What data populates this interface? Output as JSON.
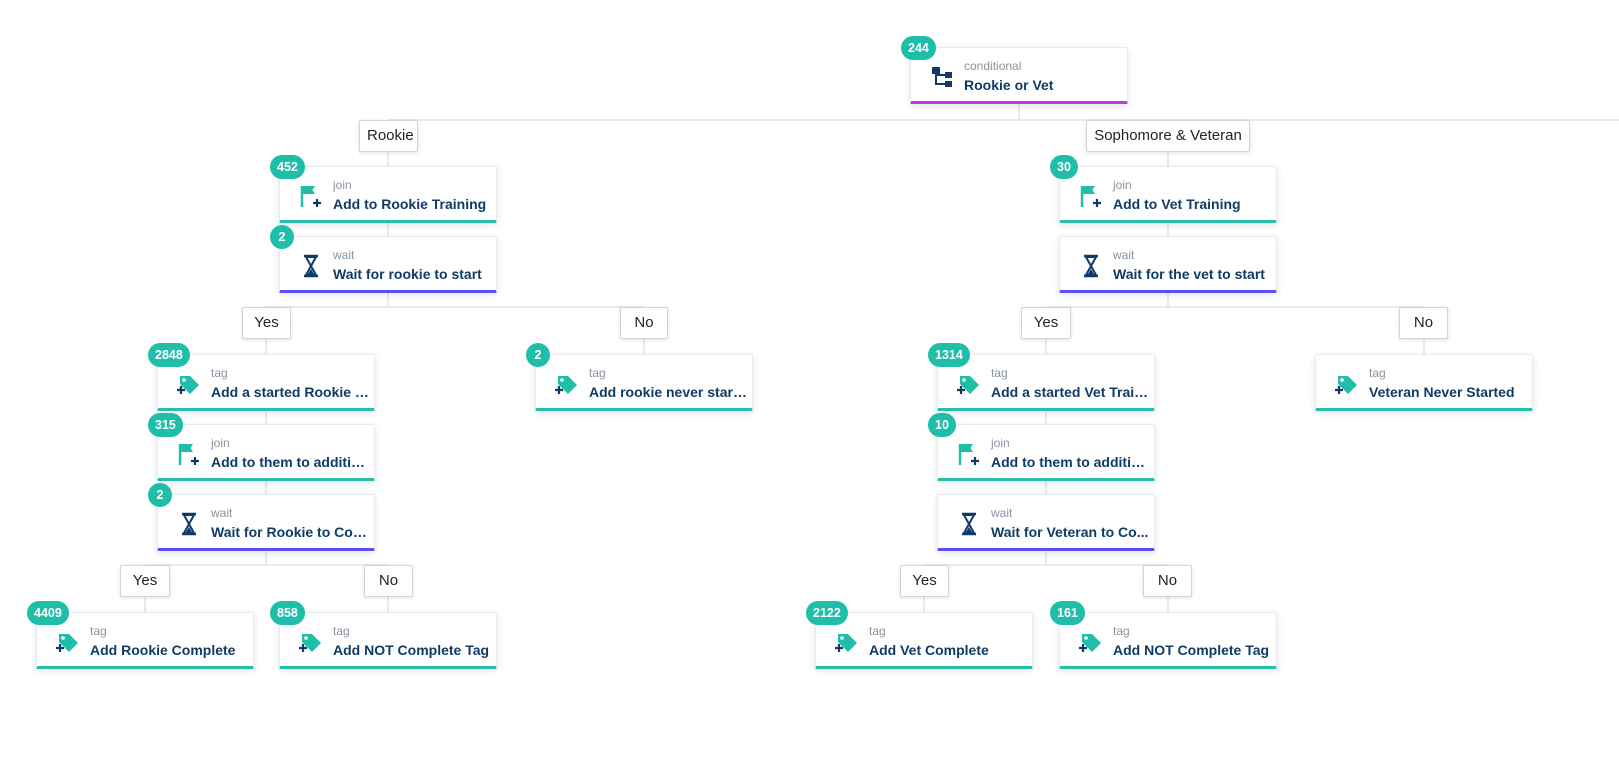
{
  "colors": {
    "teal": "#1fbea8",
    "navy": "#0f3b66",
    "wait_accent": "#5b4ff0",
    "conditional_accent": "#c538dc",
    "tag_accent": "#27bfa9"
  },
  "root": {
    "type": "conditional",
    "title": "Rookie or Vet",
    "count": "244",
    "icon": "flowchart-icon"
  },
  "branches": {
    "rookie": {
      "label": "Rookie"
    },
    "vet": {
      "label": "Sophomore & Veteran"
    }
  },
  "rookie": {
    "join": {
      "type": "join",
      "title": "Add to Rookie Training",
      "count": "452",
      "icon": "flag-plus-icon"
    },
    "wait": {
      "type": "wait",
      "title": "Wait for rookie to start",
      "count": "2",
      "icon": "hourglass-icon"
    },
    "yes_label": "Yes",
    "no_label": "No",
    "yes": {
      "tag": {
        "type": "tag",
        "title": "Add a started Rookie Tr...",
        "count": "2848",
        "icon": "tag-plus-icon"
      },
      "join": {
        "type": "join",
        "title": "Add to them to addition...",
        "count": "315",
        "icon": "flag-plus-icon"
      },
      "wait": {
        "type": "wait",
        "title": "Wait for Rookie to Com...",
        "count": "2",
        "icon": "hourglass-icon"
      },
      "yes_label": "Yes",
      "no_label": "No",
      "complete": {
        "type": "tag",
        "title": "Add Rookie Complete",
        "count": "4409",
        "icon": "tag-plus-icon"
      },
      "not_complete": {
        "type": "tag",
        "title": "Add NOT Complete Tag",
        "count": "858",
        "icon": "tag-plus-icon"
      }
    },
    "no": {
      "tag": {
        "type": "tag",
        "title": "Add rookie never starte...",
        "count": "2",
        "icon": "tag-plus-icon"
      }
    }
  },
  "vet": {
    "join": {
      "type": "join",
      "title": "Add to Vet Training",
      "count": "30",
      "icon": "flag-plus-icon"
    },
    "wait": {
      "type": "wait",
      "title": "Wait for the vet to start",
      "count": "",
      "icon": "hourglass-icon"
    },
    "yes_label": "Yes",
    "no_label": "No",
    "yes": {
      "tag": {
        "type": "tag",
        "title": "Add a started Vet Train ...",
        "count": "1314",
        "icon": "tag-plus-icon"
      },
      "join": {
        "type": "join",
        "title": "Add to them to addition...",
        "count": "10",
        "icon": "flag-plus-icon"
      },
      "wait": {
        "type": "wait",
        "title": "Wait for Veteran to Co...",
        "count": "",
        "icon": "hourglass-icon"
      },
      "yes_label": "Yes",
      "no_label": "No",
      "complete": {
        "type": "tag",
        "title": "Add Vet Complete",
        "count": "2122",
        "icon": "tag-plus-icon"
      },
      "not_complete": {
        "type": "tag",
        "title": "Add NOT Complete Tag",
        "count": "161",
        "icon": "tag-plus-icon"
      }
    },
    "no": {
      "tag": {
        "type": "tag",
        "title": "Veteran Never Started",
        "count": "",
        "icon": "tag-plus-icon"
      }
    }
  }
}
